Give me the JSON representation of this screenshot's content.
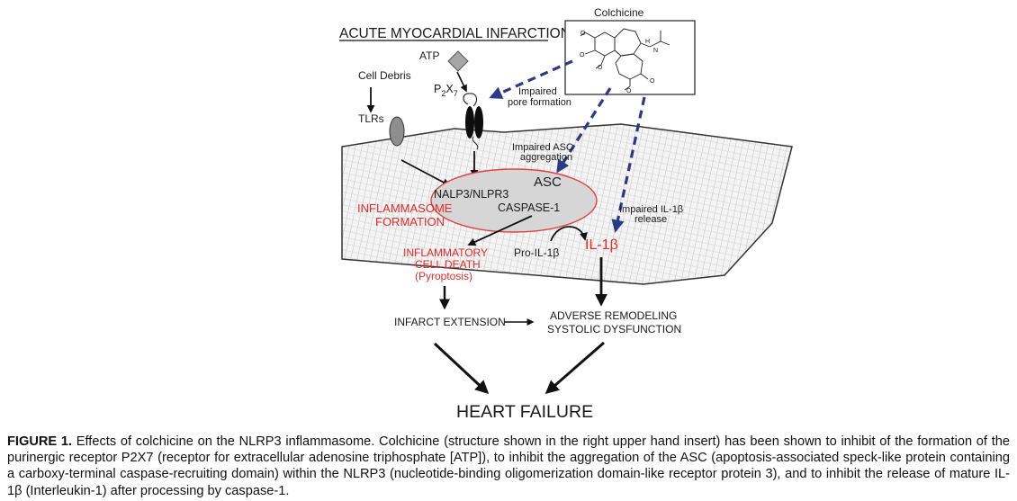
{
  "title": "ACUTE MYOCARDIAL INFARCTION",
  "drug": {
    "name": "Colchicine",
    "structure_ref": "colchicine-structure"
  },
  "colors": {
    "red": "#e32b2b",
    "dashed_arrow": "#2b3a86",
    "ellipse_fill": "#d6d6d6",
    "ellipse_stroke": "#e04040"
  },
  "labels": {
    "atp": "ATP",
    "p2x7_p": "P",
    "p2x7_sub2": "2",
    "p2x7_x": "X",
    "p2x7_sub7": "7",
    "cell_debris": "Cell Debris",
    "tlrs": "TLRs",
    "impaired_pore_1": "Impaired",
    "impaired_pore_2": "pore formation",
    "impaired_asc_1": "Impaired ASC",
    "impaired_asc_2": "aggregation",
    "asc": "ASC",
    "nalp3": "NALP3/NLPR3",
    "caspase": "CASPASE-1",
    "inflammasome_1": "INFLAMMASOME",
    "inflammasome_2": "FORMATION",
    "impaired_il_1": "Impaired IL-1β",
    "impaired_il_2": "release",
    "il1b": "IL-1β",
    "pro_il1b": "Pro-IL-1β",
    "cell_death_1": "INFLAMMATORY",
    "cell_death_2": "CELL DEATH",
    "cell_death_3": "(Pyroptosis)",
    "infarct": "INFARCT EXTENSION",
    "adverse_1": "ADVERSE REMODELING",
    "adverse_2": "SYSTOLIC DYSFUNCTION",
    "heart_failure": "HEART FAILURE",
    "struct_h": "H",
    "struct_n": "N",
    "struct_o": "O"
  },
  "caption": {
    "label": "FIGURE 1.",
    "text": " Effects of colchicine on the NLRP3 inflammasome. Colchicine (structure shown in the right upper hand insert) has been shown to inhibit of the formation of the purinergic receptor P2X7 (receptor for extracellular adenosine triphosphate [ATP]), to inhibit the aggregation of the ASC (apoptosis-associated speck-like protein containing a carboxy-terminal caspase-recruiting domain) within the NLRP3 (nucleotide-binding oligomerization domain-like receptor protein 3), and to inhibit the release of mature IL-1β (Interleukin-1) after processing by caspase-1."
  }
}
